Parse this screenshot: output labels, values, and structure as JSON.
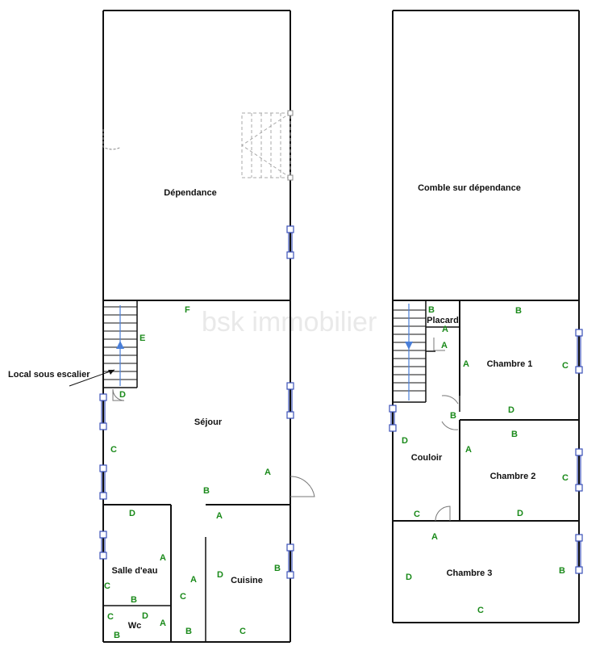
{
  "watermark": "bsk immobilier",
  "ground_floor": {
    "rooms": {
      "dependance": "Dépendance",
      "sejour": "Séjour",
      "salle_eau": "Salle d'eau",
      "wc": "Wc",
      "cuisine": "Cuisine"
    },
    "callout": "Local sous escalier"
  },
  "upper_floor": {
    "rooms": {
      "comble": "Comble sur dépendance",
      "placard": "Placard",
      "chambre1": "Chambre 1",
      "chambre2": "Chambre 2",
      "chambre3": "Chambre 3",
      "couloir": "Couloir"
    }
  },
  "wall_markers": {
    "ground": [
      "F",
      "E",
      "D",
      "C",
      "A",
      "B",
      "A",
      "D",
      "A",
      "C",
      "B",
      "A",
      "C",
      "D",
      "B",
      "C",
      "D",
      "A",
      "B",
      "B",
      "C"
    ],
    "upper": [
      "B",
      "A",
      "A",
      "A",
      "B",
      "C",
      "D",
      "B",
      "D",
      "A",
      "B",
      "C",
      "C",
      "D",
      "A",
      "D",
      "B",
      "C"
    ]
  },
  "colors": {
    "walls": "#111111",
    "windows": "#3a4fb8",
    "wall_letters": "#1a8a1a",
    "stair_arrow": "#4a7fd9"
  },
  "icons": [
    "window-icon",
    "door-swing-icon",
    "stair-arrow-icon"
  ]
}
